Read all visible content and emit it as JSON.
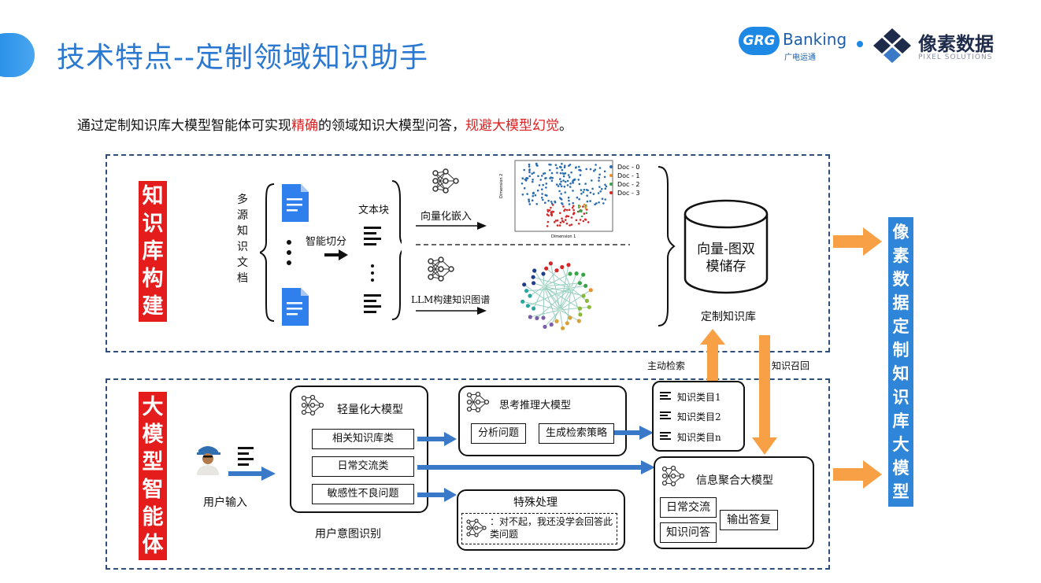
{
  "header": {
    "title": "技术特点--定制领域知识助手",
    "logo_grg": "GRG",
    "logo_banking": "Banking",
    "logo_grg_sub": "广电运通",
    "logo_pixel": "像素数据",
    "logo_pixel_sub": "PIXEL SOLUTIONS"
  },
  "subtitle": {
    "part1": "通过定制知识库大模型智能体可实现",
    "highlight1": "精确",
    "part2": "的领域知识大模型问答，",
    "highlight2": "规避大模型幻觉",
    "part3": "。"
  },
  "kb_section": {
    "label": "知识库构建",
    "sources": "多源知识文档",
    "split": "智能切分",
    "chunks": "文本块",
    "embed": "向量化嵌入",
    "llm_graph": "LLM构建知识图谱",
    "scatter_ylabel": "Dimension 2",
    "scatter_xlabel": "Dimension 1",
    "legend": [
      {
        "label": "Doc - 0",
        "color": "#2b6cb0"
      },
      {
        "label": "Doc - 1",
        "color": "#e8912a"
      },
      {
        "label": "Doc - 2",
        "color": "#3aa34a"
      },
      {
        "label": "Doc - 3",
        "color": "#d62728"
      }
    ],
    "storage": "向量-图双模储存",
    "kb_name": "定制知识库"
  },
  "agent_section": {
    "label": "大模型智能体",
    "user_input": "用户输入",
    "light_model": "轻量化大模型",
    "intents": [
      "相关知识库类",
      "日常交流类",
      "敏感性不良问题"
    ],
    "intent_caption": "用户意图识别",
    "reasoning_model": "思考推理大模型",
    "analyze": "分析问题",
    "gen_strategy": "生成检索策略",
    "categories": [
      "知识类目1",
      "知识类目2",
      "知识类目n"
    ],
    "special": "特殊处理",
    "special_text": "：对不起，我还没学会回答此类问题",
    "aggregation": "信息聚合大模型",
    "daily": "日常交流",
    "knowledge_qa": "知识问答",
    "output": "输出答复"
  },
  "links": {
    "active_search": "主动检索",
    "recall": "知识召回"
  },
  "result_label": "像素数据定制知识库大模型"
}
